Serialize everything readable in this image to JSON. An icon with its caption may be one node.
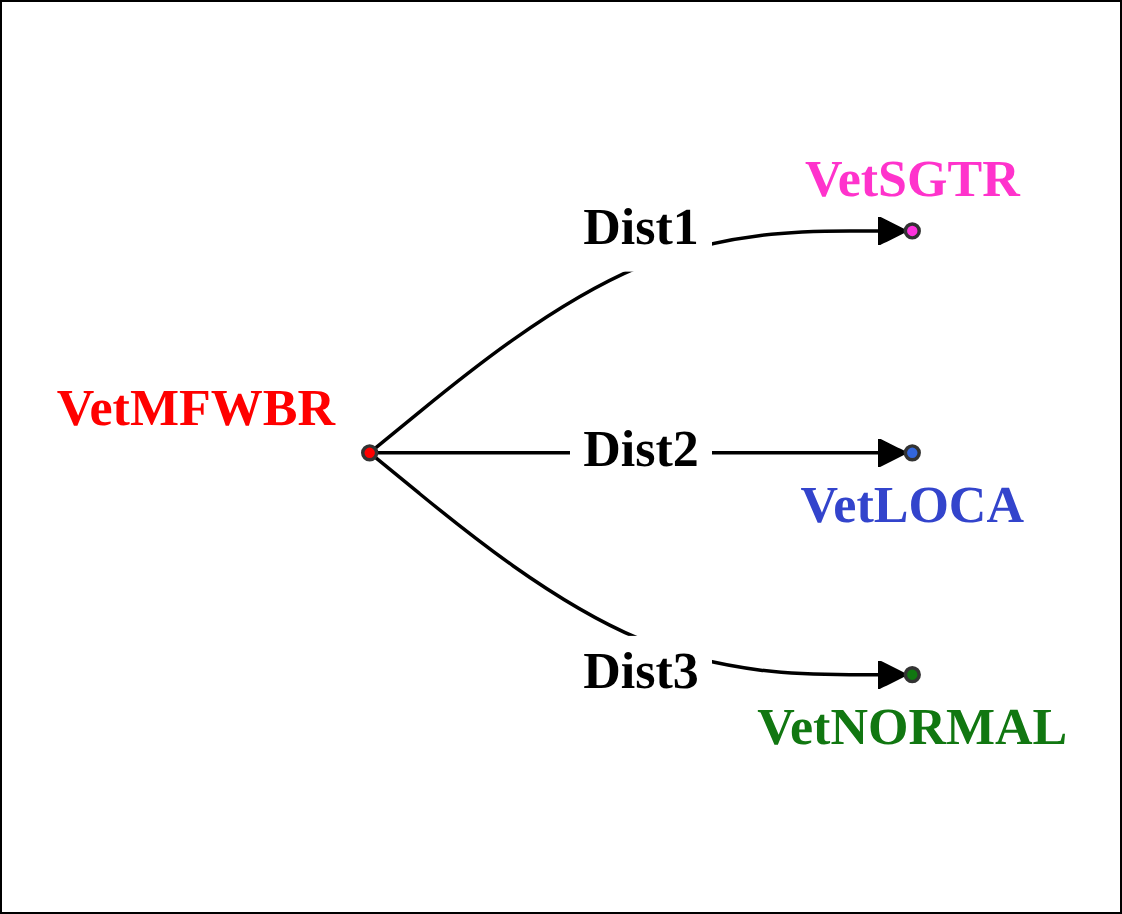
{
  "diagram": {
    "nodes": [
      {
        "text": [],
        "shape": "circle",
        "beside": [
          "VetMFWBR"
        ]
      },
      {
        "text": [],
        "shape": "circle",
        "beside": [
          "VetSGTR"
        ]
      },
      {
        "text": [],
        "shape": "circle",
        "beside": [
          "VetLOCA"
        ]
      },
      {
        "text": [],
        "shape": "circle",
        "beside": [
          "VetNORMAL"
        ]
      }
    ],
    "edges": [
      {
        "from": 0,
        "to": 1,
        "arrow": "to",
        "label": "Dist1"
      },
      {
        "from": 0,
        "to": 2,
        "arrow": "to",
        "label": "Dist2"
      },
      {
        "from": 0,
        "to": 3,
        "arrow": "to",
        "label": "Dist3"
      }
    ]
  }
}
